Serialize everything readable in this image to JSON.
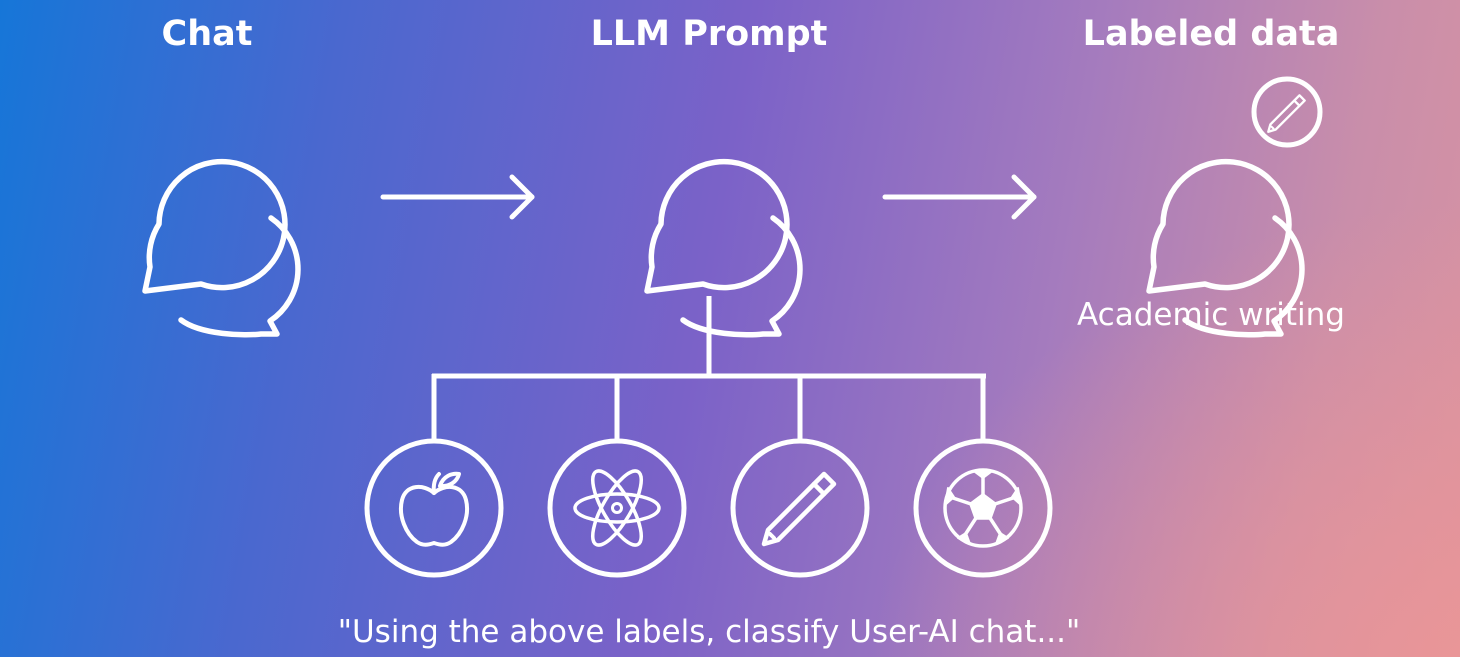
{
  "headings": {
    "chat": "Chat",
    "prompt": "LLM Prompt",
    "labeled": "Labeled data"
  },
  "result_label": "Academic writing",
  "prompt_text": "\"Using the above labels, classify User-AI chat...\"",
  "icons": {
    "chat": "chat-bubbles-icon",
    "prompt": "chat-bubbles-icon",
    "labeled": "chat-bubbles-icon",
    "badge": "pencil-icon",
    "categories": [
      "apple-icon",
      "atom-icon",
      "pencil-icon",
      "soccer-ball-icon"
    ]
  },
  "colors": {
    "foreground": "#ffffff",
    "gradient_start": "#1676d8",
    "gradient_mid": "#7b62c8",
    "gradient_end": "#e8949a"
  }
}
